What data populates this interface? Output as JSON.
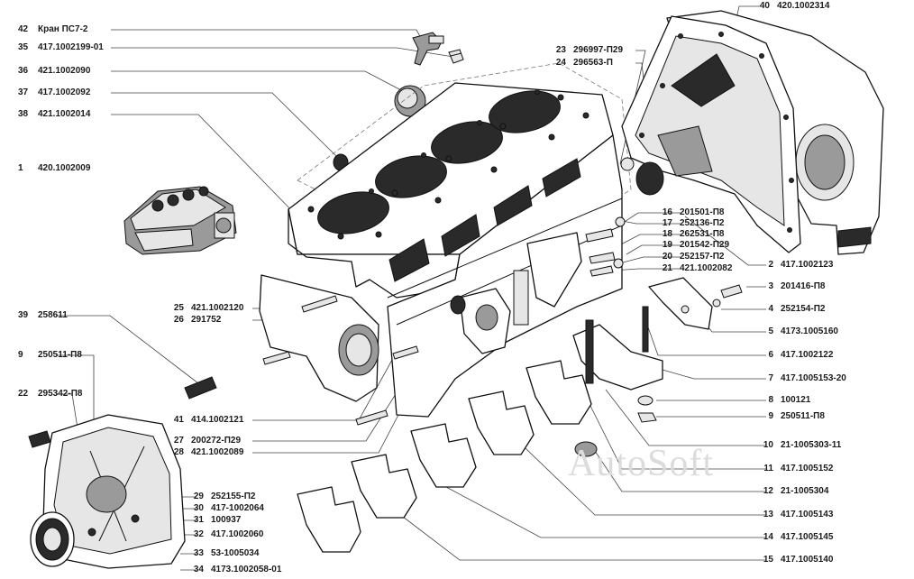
{
  "watermark": "AutoSoft",
  "callouts_left": [
    {
      "num": "42",
      "code": "Кран ПС7-2"
    },
    {
      "num": "35",
      "code": "417.1002199-01"
    },
    {
      "num": "36",
      "code": "421.1002090"
    },
    {
      "num": "37",
      "code": "417.1002092"
    },
    {
      "num": "38",
      "code": "421.1002014"
    },
    {
      "num": "1",
      "code": "420.1002009"
    },
    {
      "num": "39",
      "code": "258611"
    },
    {
      "num": "9",
      "code": "250511-П8"
    },
    {
      "num": "22",
      "code": "295342-П8"
    }
  ],
  "callouts_middle": [
    {
      "num": "25",
      "code": "421.1002120"
    },
    {
      "num": "26",
      "code": "291752"
    },
    {
      "num": "41",
      "code": "414.1002121"
    },
    {
      "num": "27",
      "code": "200272-П29"
    },
    {
      "num": "28",
      "code": "421.1002089"
    },
    {
      "num": "29",
      "code": "252155-П2"
    },
    {
      "num": "30",
      "code": "417-1002064"
    },
    {
      "num": "31",
      "code": "100937"
    },
    {
      "num": "32",
      "code": "417.1002060"
    },
    {
      "num": "33",
      "code": "53-1005034"
    },
    {
      "num": "34",
      "code": "4173.1002058-01"
    }
  ],
  "callouts_top": [
    {
      "num": "23",
      "code": "296997-П29"
    },
    {
      "num": "24",
      "code": "296563-П"
    },
    {
      "num": "40",
      "code": "420.1002314"
    }
  ],
  "callouts_center": [
    {
      "num": "16",
      "code": "201501-П8"
    },
    {
      "num": "17",
      "code": "252136-П2"
    },
    {
      "num": "18",
      "code": "262531-П8"
    },
    {
      "num": "19",
      "code": "201542-П29"
    },
    {
      "num": "20",
      "code": "252157-П2"
    },
    {
      "num": "21",
      "code": "421.1002082"
    }
  ],
  "callouts_right": [
    {
      "num": "2",
      "code": "417.1002123"
    },
    {
      "num": "3",
      "code": "201416-П8"
    },
    {
      "num": "4",
      "code": "252154-П2"
    },
    {
      "num": "5",
      "code": "4173.1005160"
    },
    {
      "num": "6",
      "code": "417.1002122"
    },
    {
      "num": "7",
      "code": "417.1005153-20"
    },
    {
      "num": "8",
      "code": "100121"
    },
    {
      "num": "9",
      "code": "250511-П8"
    },
    {
      "num": "10",
      "code": "21-1005303-11"
    },
    {
      "num": "11",
      "code": "417.1005152"
    },
    {
      "num": "12",
      "code": "21-1005304"
    },
    {
      "num": "13",
      "code": "417.1005143"
    },
    {
      "num": "14",
      "code": "417.1005145"
    },
    {
      "num": "15",
      "code": "417.1005140"
    }
  ]
}
